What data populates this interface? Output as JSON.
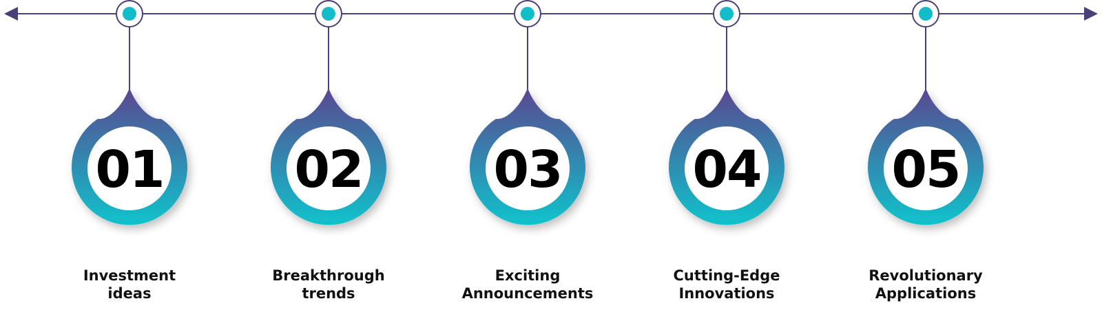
{
  "colors": {
    "line": "#4a3f78",
    "dot": "#12bcc8",
    "gradient_top": "#5a4791",
    "gradient_bottom": "#0fc3cc",
    "text": "#111111"
  },
  "steps": [
    {
      "number": "01",
      "title_line1": "Investment",
      "title_line2": "ideas"
    },
    {
      "number": "02",
      "title_line1": "Breakthrough",
      "title_line2": "trends"
    },
    {
      "number": "03",
      "title_line1": "Exciting",
      "title_line2": "Announcements"
    },
    {
      "number": "04",
      "title_line1": "Cutting-Edge",
      "title_line2": "Innovations"
    },
    {
      "number": "05",
      "title_line1": "Revolutionary",
      "title_line2": "Applications"
    }
  ]
}
